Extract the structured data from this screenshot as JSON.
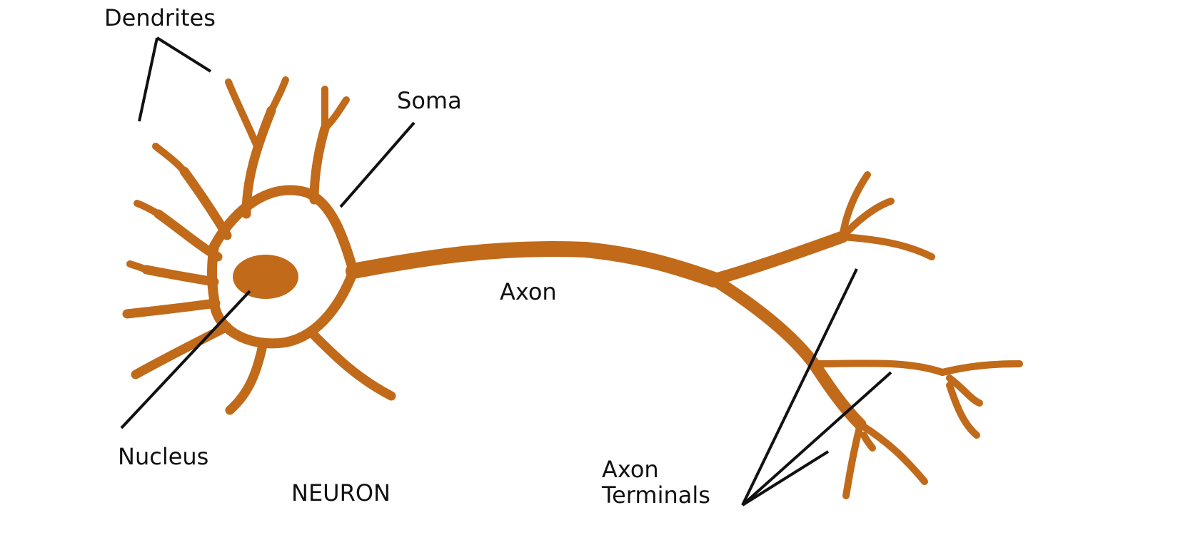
{
  "title": "NEURON",
  "labels": {
    "dendrites": "Dendrites",
    "soma": "Soma",
    "nucleus": "Nucleus",
    "axon": "Axon",
    "axon_terminals_line1": "Axon",
    "axon_terminals_line2": "Terminals"
  },
  "colors": {
    "neuron": "#C06A1A",
    "leader_lines": "#111111",
    "text": "#111111",
    "background": "#FFFFFF"
  }
}
